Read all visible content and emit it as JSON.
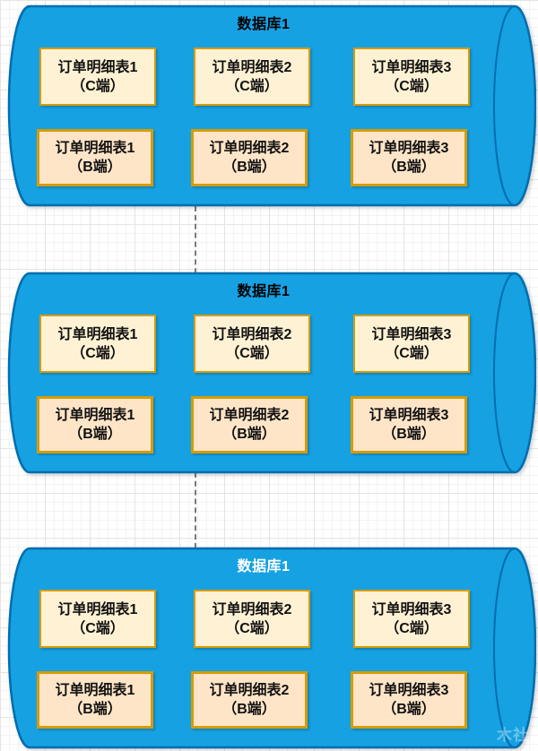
{
  "diagram": {
    "connector": {
      "type": "vertical-dashed-line",
      "color": "#7a7a7a"
    },
    "watermark": "木社",
    "colors": {
      "cylinder_fill": "#16A1E2",
      "cylinder_stroke": "#006EAF",
      "table_c_fill": "#FFF2D4",
      "table_b_fill": "#FFE5C7",
      "table_border": "#D79B00",
      "grid_major": "#e4e4e4",
      "grid_minor": "#f3f3f3"
    },
    "databases": [
      {
        "title": "数据库1",
        "title_color": "#000000",
        "tables_c": [
          {
            "name": "订单明细表1",
            "tier": "（C端）"
          },
          {
            "name": "订单明细表2",
            "tier": "（C端）"
          },
          {
            "name": "订单明细表3",
            "tier": "（C端）"
          }
        ],
        "tables_b": [
          {
            "name": "订单明细表1",
            "tier": "（B端）"
          },
          {
            "name": "订单明细表2",
            "tier": "（B端）"
          },
          {
            "name": "订单明细表3",
            "tier": "（B端）"
          }
        ]
      },
      {
        "title": "数据库1",
        "title_color": "#000000",
        "tables_c": [
          {
            "name": "订单明细表1",
            "tier": "（C端）"
          },
          {
            "name": "订单明细表2",
            "tier": "（C端）"
          },
          {
            "name": "订单明细表3",
            "tier": "（C端）"
          }
        ],
        "tables_b": [
          {
            "name": "订单明细表1",
            "tier": "（B端）"
          },
          {
            "name": "订单明细表2",
            "tier": "（B端）"
          },
          {
            "name": "订单明细表3",
            "tier": "（B端）"
          }
        ]
      },
      {
        "title": "数据库1",
        "title_color": "#FFFFFF",
        "tables_c": [
          {
            "name": "订单明细表1",
            "tier": "（C端）"
          },
          {
            "name": "订单明细表2",
            "tier": "（C端）"
          },
          {
            "name": "订单明细表3",
            "tier": "（C端）"
          }
        ],
        "tables_b": [
          {
            "name": "订单明细表1",
            "tier": "（B端）"
          },
          {
            "name": "订单明细表2",
            "tier": "（B端）"
          },
          {
            "name": "订单明细表3",
            "tier": "（B端）"
          }
        ]
      }
    ]
  }
}
